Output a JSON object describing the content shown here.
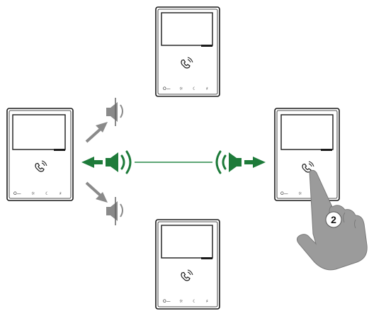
{
  "devices": [
    {
      "id": "top-monitor",
      "buttons": [
        "O—",
        "☼",
        "☾",
        "♯"
      ]
    },
    {
      "id": "left-monitor",
      "buttons": [
        "O—",
        "☼",
        "☾",
        "♯"
      ]
    },
    {
      "id": "right-monitor",
      "buttons": [
        "O—",
        "☼"
      ]
    },
    {
      "id": "bottom-monitor",
      "buttons": [
        "O—",
        "☼",
        "☾",
        "♯"
      ]
    }
  ],
  "step_label": "2",
  "colors": {
    "audio_arrow": "#1e7b3a",
    "muted_arrow": "#8a8a8a",
    "line": "#2a8a4a",
    "hand": "#9b9b9b",
    "outline": "#1a1a1a"
  },
  "icons": {
    "call": "handset-icon",
    "speaker_active": "speaker-sound-icon",
    "speaker_muted": "speaker-muted-icon",
    "hand": "pointing-hand-icon"
  }
}
